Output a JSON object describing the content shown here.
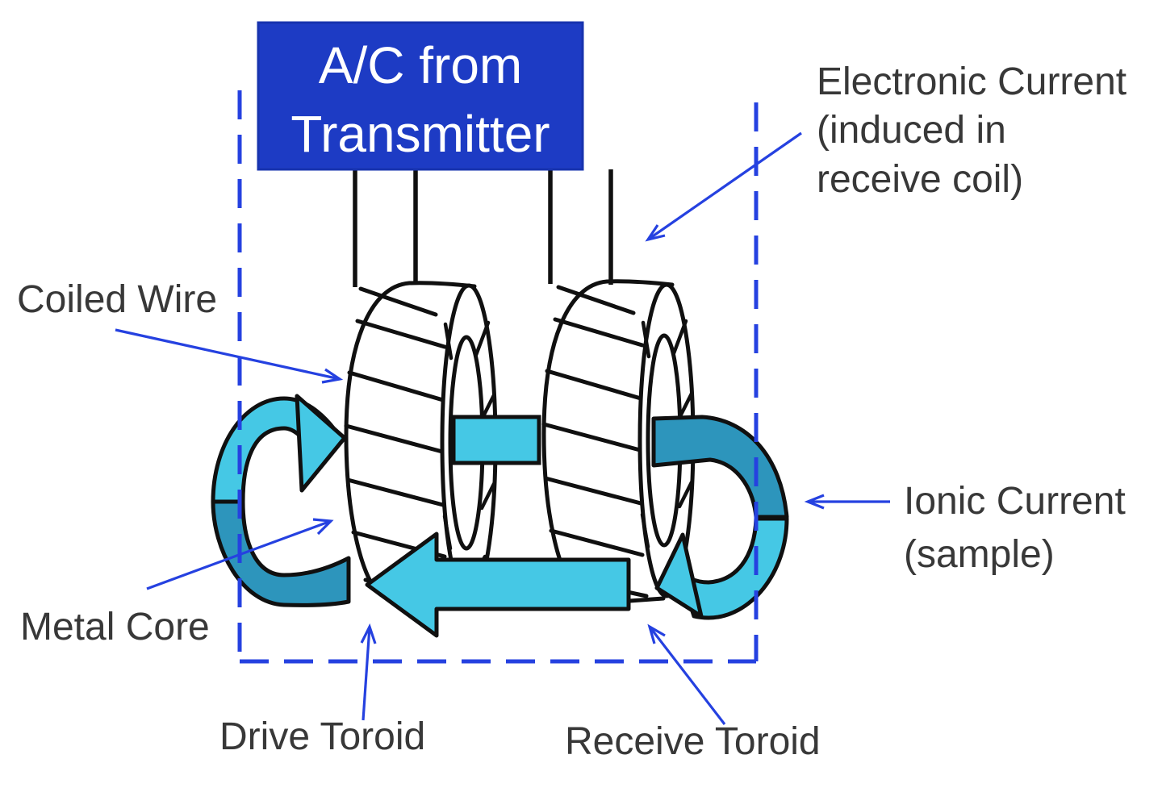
{
  "title_box": {
    "line1": "A/C from",
    "line2": "Transmitter"
  },
  "labels": {
    "coiled_wire": "Coiled Wire",
    "metal_core": "Metal Core",
    "drive_toroid": "Drive Toroid",
    "receive_toroid": "Receive Toroid",
    "electronic_current_line1": "Electronic Current",
    "electronic_current_line2": "(induced in",
    "electronic_current_line3": "receive coil)",
    "ionic_current_line1": "Ionic Current",
    "ionic_current_line2": "(sample)"
  },
  "colors": {
    "title_box_bg": "#1d3bc4",
    "title_box_text": "#ffffff",
    "current_arrow_light": "#45c8e5",
    "current_arrow_dark": "#2d95bc",
    "annotation_blue": "#2541e0",
    "outline_black": "#101010",
    "label_text": "#383838",
    "toroid_fill": "#ffffff"
  }
}
